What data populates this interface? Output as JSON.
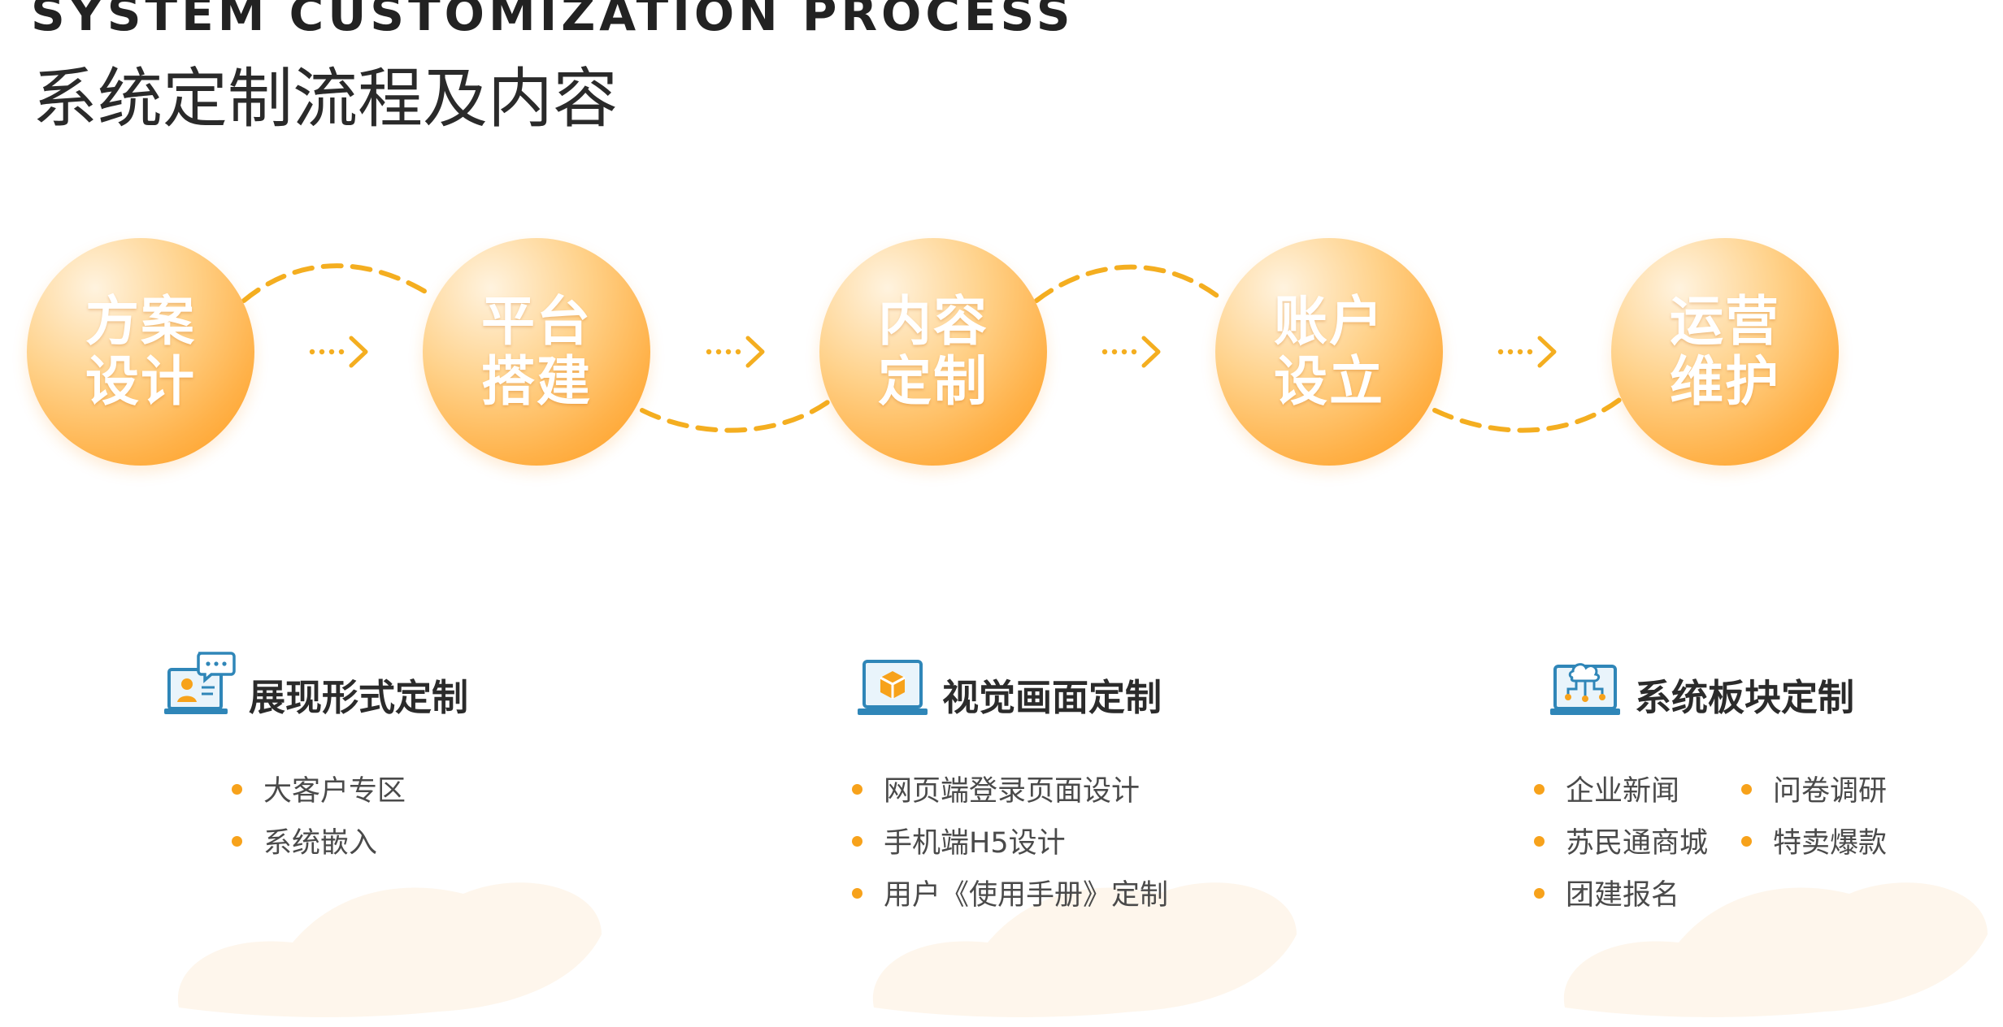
{
  "header": {
    "en_title": "SYSTEM CUSTOMIZATION PROCESS",
    "cn_title": "系统定制流程及内容"
  },
  "colors": {
    "accent": "#F7A21B",
    "circle_light": "#FFE6BF",
    "circle_dark": "#FF9A1A",
    "icon_blue": "#2F86B8",
    "text_dark": "#2B2B2B"
  },
  "flow": {
    "steps": [
      {
        "label": "方案设计"
      },
      {
        "label": "平台搭建"
      },
      {
        "label": "内容定制"
      },
      {
        "label": "账户设立"
      },
      {
        "label": "运营维护"
      }
    ]
  },
  "sections": [
    {
      "icon": "profile-card-laptop-icon",
      "title": "展现形式定制",
      "items": [
        "大客户专区",
        "系统嵌入"
      ]
    },
    {
      "icon": "box-laptop-icon",
      "title": "视觉画面定制",
      "items": [
        "网页端登录页面设计",
        "手机端H5设计",
        "用户《使用手册》定制"
      ]
    },
    {
      "icon": "cloud-network-laptop-icon",
      "title": "系统板块定制",
      "items_left": [
        "企业新闻",
        "苏民通商城",
        "团建报名"
      ],
      "items_right": [
        "问卷调研",
        "特卖爆款"
      ]
    }
  ]
}
